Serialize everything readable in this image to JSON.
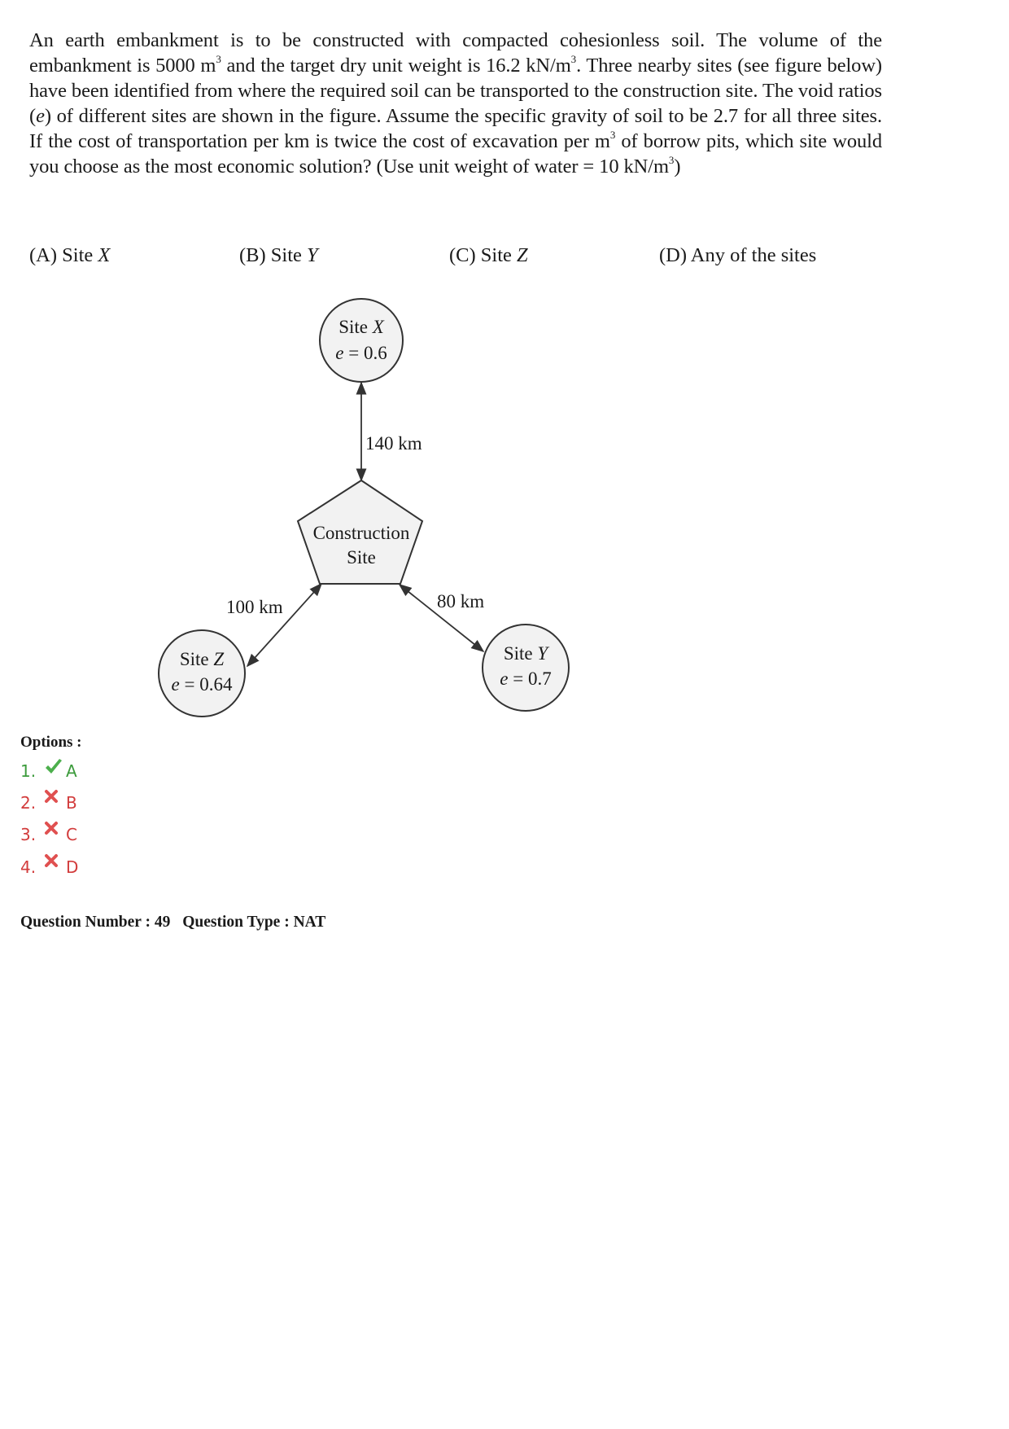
{
  "question": {
    "line1": "An earth embankment is to be constructed with compacted cohesionless soil. The volume of the",
    "line2_a": "embankment is 5000 m",
    "line2_sup1": "3",
    "line2_b": " and the target dry unit weight is 16.2 kN/m",
    "line2_sup2": "3",
    "line2_c": ". Three nearby sites (see",
    "line3": "figure below) have been identified from where the required soil can be transported to the",
    "line4_a": "construction site. The void ratios (",
    "line4_e": "e",
    "line4_b": ") of different sites are shown in the figure. Assume the",
    "line5": "specific gravity of soil to be 2.7 for all three sites. If the cost of transportation per km is twice the",
    "line6_a": "cost of excavation per m",
    "line6_sup": "3",
    "line6_b": " of borrow pits, which site would you choose as the most economic",
    "line7_a": "solution? (Use unit weight of water = 10 kN/m",
    "line7_sup": "3",
    "line7_b": ")"
  },
  "choices": [
    {
      "prefix": "(A) Site ",
      "site": "X"
    },
    {
      "prefix": "(B) Site ",
      "site": "Y"
    },
    {
      "prefix": "(C)  Site ",
      "site": "Z"
    },
    {
      "prefix": "(D)  Any of the sites",
      "site": ""
    }
  ],
  "diagram": {
    "construction_line1": "Construction",
    "construction_line2": "Site",
    "site_x_name": "Site ",
    "site_x_letter": "X",
    "site_x_e": "e",
    "site_x_val": " = 0.6",
    "site_y_name": "Site ",
    "site_y_letter": "Y",
    "site_y_e": "e",
    "site_y_val": " = 0.7",
    "site_z_name": "Site ",
    "site_z_letter": "Z",
    "site_z_e": "e",
    "site_z_val": " = 0.64",
    "dist_x": "140 km",
    "dist_y": "80 km",
    "dist_z": "100 km"
  },
  "options_heading": "Options :",
  "options": [
    {
      "num": "1.",
      "letter": "A",
      "status": "correct",
      "mark": "check-icon"
    },
    {
      "num": "2.",
      "letter": "B",
      "status": "wrong",
      "mark": "cross-icon"
    },
    {
      "num": "3.",
      "letter": "C",
      "status": "wrong",
      "mark": "cross-icon"
    },
    {
      "num": "4.",
      "letter": "D",
      "status": "wrong",
      "mark": "cross-icon"
    }
  ],
  "question_meta": {
    "number": "Question Number : 49",
    "type": "Question Type : NAT"
  },
  "colors": {
    "correct": "#3c9b3c",
    "wrong": "#d23c3c",
    "shape_fill": "#f2f2f2",
    "stroke": "#333333"
  }
}
